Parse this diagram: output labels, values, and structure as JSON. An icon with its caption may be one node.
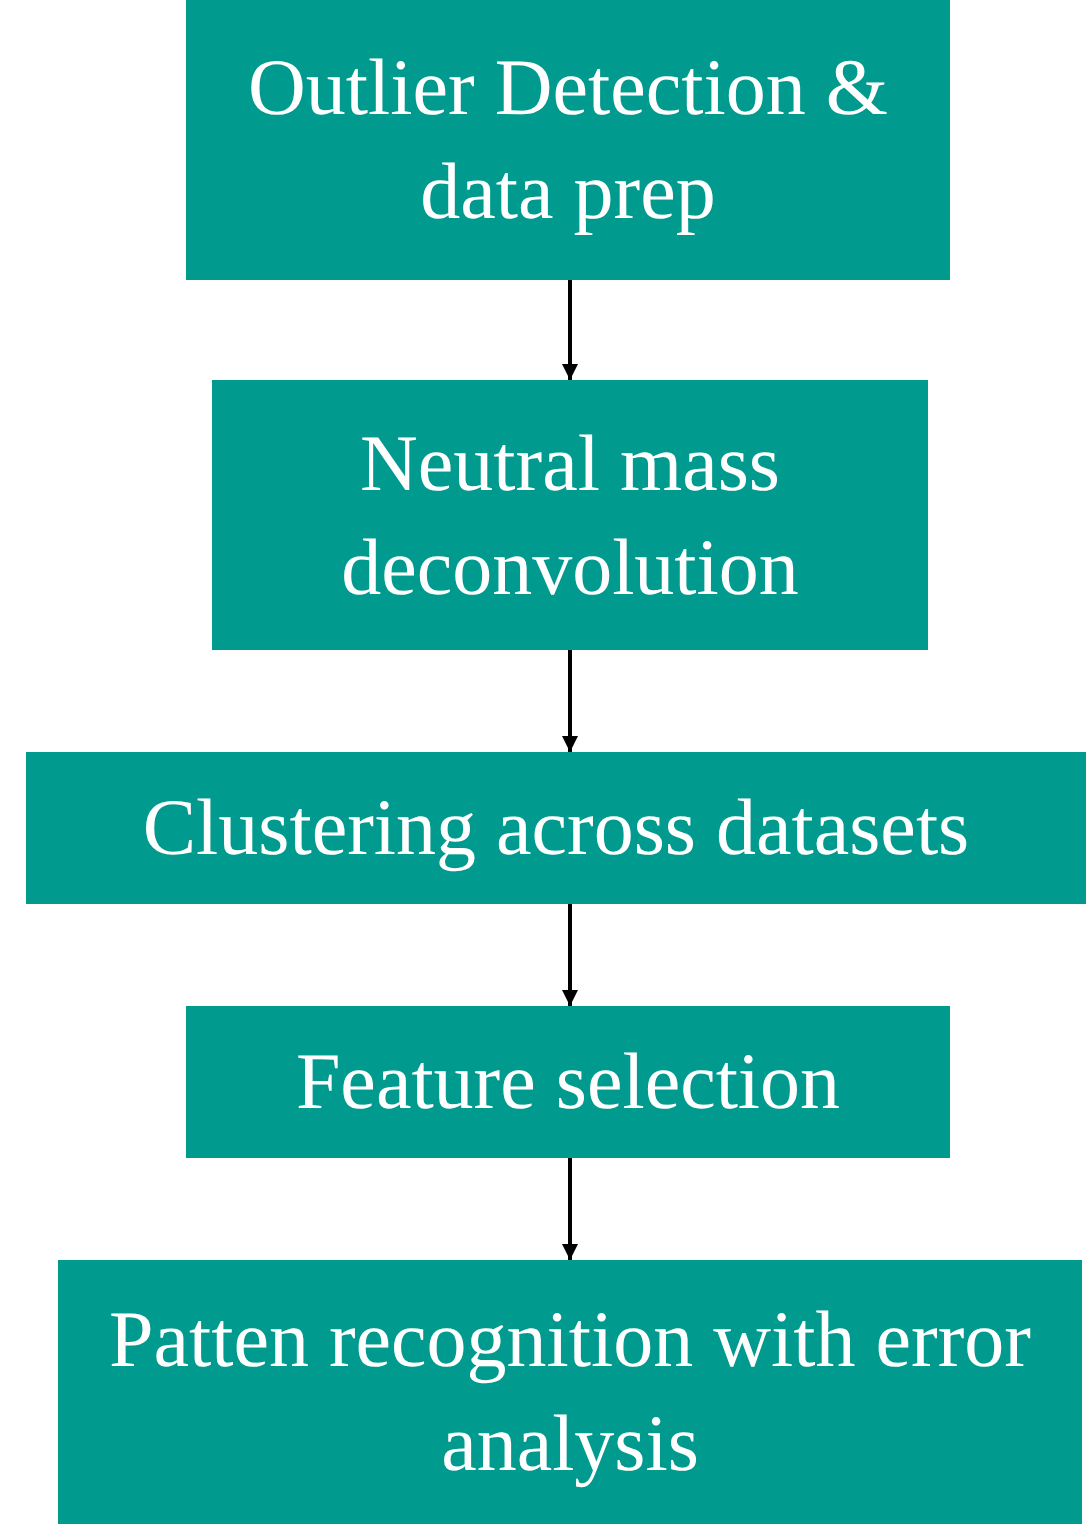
{
  "diagram": {
    "nodes": [
      {
        "text": [
          "Outlier Detection & data prep"
        ]
      },
      {
        "text": [
          "Neutral mass deconvolution"
        ]
      },
      {
        "text": [
          "Clustering across datasets"
        ]
      },
      {
        "text": [
          "Feature selection"
        ]
      },
      {
        "text": [
          "Patten recognition with error analysis"
        ]
      }
    ],
    "edges": [
      {
        "from": 0,
        "to": 1,
        "arrow": "to"
      },
      {
        "from": 1,
        "to": 2,
        "arrow": "to"
      },
      {
        "from": 2,
        "to": 3,
        "arrow": "to"
      },
      {
        "from": 3,
        "to": 4,
        "arrow": "to"
      }
    ]
  }
}
